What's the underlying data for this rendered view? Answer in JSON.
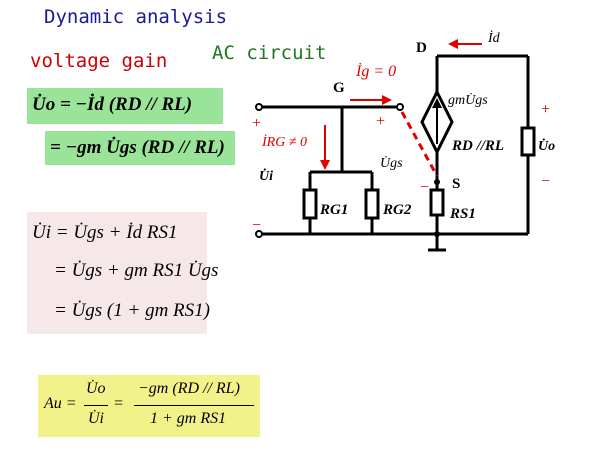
{
  "headings": {
    "title": "Dynamic analysis",
    "voltage_gain": "voltage gain",
    "ac_circuit": "AC circuit"
  },
  "equations": {
    "vo_line1": "U̇o = −İd (RD // RL)",
    "vo_line2": "= −gm U̇gs (RD // RL)",
    "vi_line1": "U̇i = U̇gs + İd RS1",
    "vi_line2": "= U̇gs + gm RS1 U̇gs",
    "vi_line3": "= U̇gs (1 + gm RS1)",
    "au_lhs": "Au =",
    "au_frac1_num": "U̇o",
    "au_frac1_den": "U̇i",
    "au_eq": "=",
    "au_frac2_num": "−gm (RD // RL)",
    "au_frac2_den": "1 + gm RS1"
  },
  "circuit": {
    "node_D": "D",
    "node_G": "G",
    "node_S": "S",
    "id_label": "İd",
    "ig_label": "İg = 0",
    "irg_label": "İRG ≠ 0",
    "ugs_label": "U̇gs",
    "ui_label": "U̇i",
    "uo_label": "U̇o",
    "source_label": "gmU̇gs",
    "rd_rl_label": "RD //RL",
    "rg1_label": "RG1",
    "rg2_label": "RG2",
    "rs1_label": "RS1",
    "plus": "+",
    "minus": "−"
  },
  "colors": {
    "title": "#1a1a99",
    "voltage_gain": "#cc0000",
    "ac_circuit": "#1e7a1e",
    "current_arrows": "#e00000",
    "green_box": "#9ae49a",
    "pink_box": "#f6e8e8",
    "yellow_box": "#f2f28a"
  }
}
